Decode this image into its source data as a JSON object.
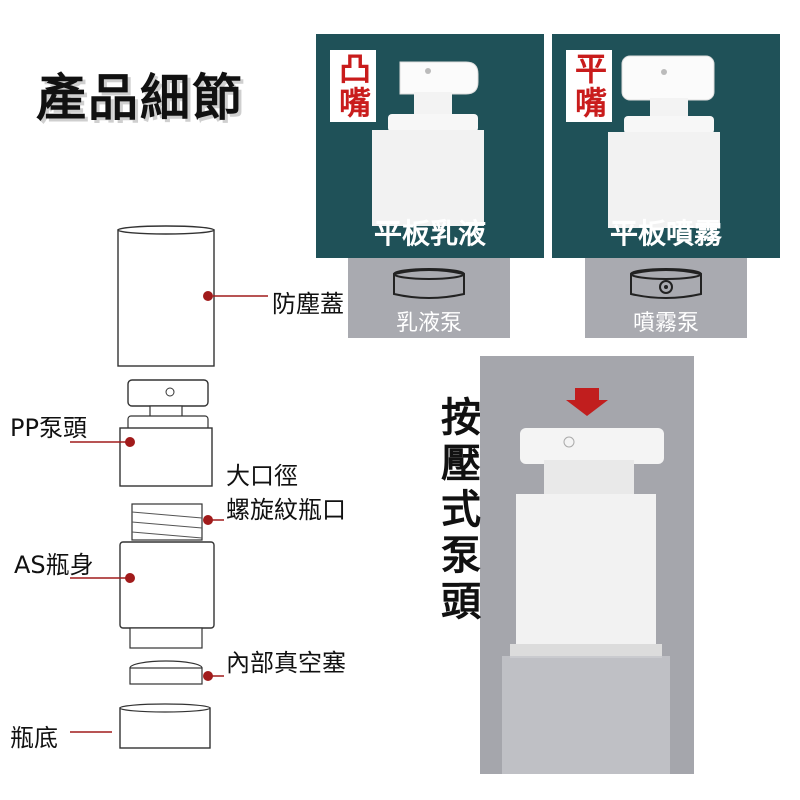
{
  "title": "產品細節",
  "panels": [
    {
      "tag": "凸嘴",
      "caption": "平板乳液"
    },
    {
      "tag": "平嘴",
      "caption": "平板噴霧"
    }
  ],
  "pump_types": [
    {
      "label": "乳液泵"
    },
    {
      "label": "噴霧泵"
    }
  ],
  "parts": {
    "dust_cap": "防塵蓋",
    "pp_pump_head": "PP泵頭",
    "wide_mouth": "大口徑",
    "thread_mouth": "螺旋紋瓶口",
    "as_body": "AS瓶身",
    "vacuum_plug": "內部真空塞",
    "bottom": "瓶底"
  },
  "press_pump_title": "按壓式泵頭",
  "colors": {
    "panel_bg": "#1f5158",
    "accent_red": "#c91c1c",
    "gray_box": "#a9aab0"
  }
}
